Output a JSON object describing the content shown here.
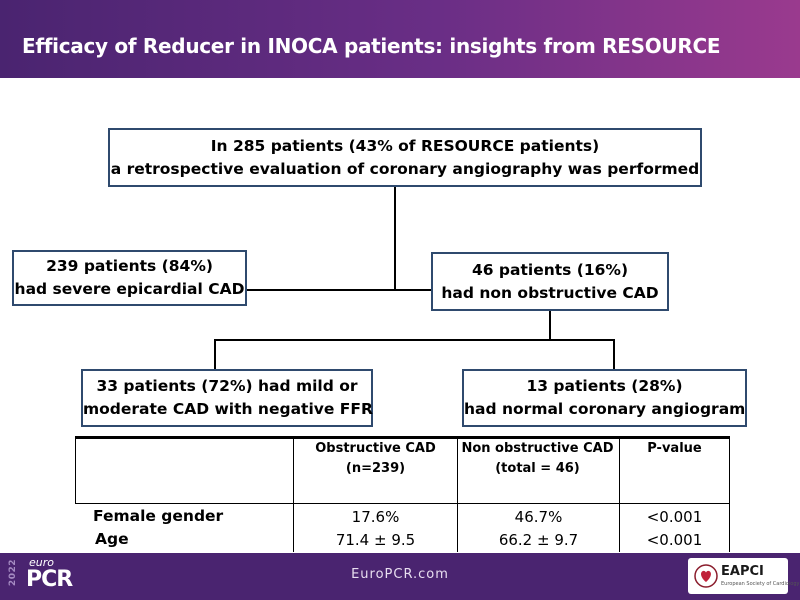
{
  "header": {
    "title": "Efficacy of Reducer in INOCA patients: insights from RESOURCE"
  },
  "flow": {
    "top": {
      "line1": "In 285 patients (43% of RESOURCE patients)",
      "line2": "a retrospective evaluation of coronary angiography was performed"
    },
    "left": {
      "line1": "239 patients (84%)",
      "line2": "had severe epicardial CAD"
    },
    "right": {
      "line1": "46 patients (16%)",
      "line2": "had non obstructive CAD"
    },
    "bottom_left": {
      "line1": "33 patients (72%) had mild or",
      "line2": "moderate CAD with negative FFR"
    },
    "bottom_right": {
      "line1": "13 patients (28%)",
      "line2": "had normal coronary angiogram"
    }
  },
  "table": {
    "headers": [
      {
        "line1": "Obstructive CAD",
        "line2": "(n=239)"
      },
      {
        "line1": "Non obstructive CAD",
        "line2": "(total = 46)"
      },
      {
        "line1": "P-value",
        "line2": ""
      }
    ],
    "rows": [
      {
        "label": "Female gender",
        "values": [
          "17.6%",
          "46.7%",
          "<0.001"
        ]
      },
      {
        "label": "Age",
        "values": [
          "71.4 ± 9.5",
          "66.2 ± 9.7",
          "<0.001"
        ]
      }
    ]
  },
  "footer": {
    "site": "EuroPCR.com",
    "logo_year": "2022",
    "logo_euro": "euro",
    "logo_pcr": "PCR",
    "partner_name": "EAPCI",
    "partner_sub": "European Society of Cardiology"
  },
  "colors": {
    "header_start": "#4a2470",
    "header_end": "#9a3a8e",
    "box_border": "#2f4a6e",
    "footer": "#4a2470"
  }
}
